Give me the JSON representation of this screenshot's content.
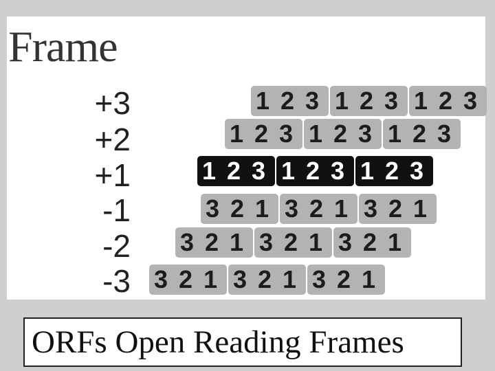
{
  "heading": "Frame",
  "caption": "ORFs Open Reading Frames",
  "colors": {
    "box": "#b3b3b3",
    "active_box": "#111111",
    "text": "#1c1c1c",
    "active_text": "#ffffff"
  },
  "frames": [
    {
      "label": "+3",
      "active": false,
      "codons": [
        "1 2 3",
        "1 2 3",
        "1 2 3"
      ]
    },
    {
      "label": "+2",
      "active": false,
      "codons": [
        "1 2 3",
        "1 2 3",
        "1 2 3"
      ]
    },
    {
      "label": "+1",
      "active": true,
      "codons": [
        "1 2 3",
        "1 2 3",
        "1 2 3"
      ]
    },
    {
      "label": "-1",
      "active": false,
      "codons": [
        "3 2 1",
        "3 2 1",
        "3 2 1"
      ]
    },
    {
      "label": "-2",
      "active": false,
      "codons": [
        "3 2 1",
        "3 2 1",
        "3 2 1"
      ]
    },
    {
      "label": "-3",
      "active": false,
      "codons": [
        "3 2 1",
        "3 2 1",
        "3 2 1"
      ]
    }
  ]
}
